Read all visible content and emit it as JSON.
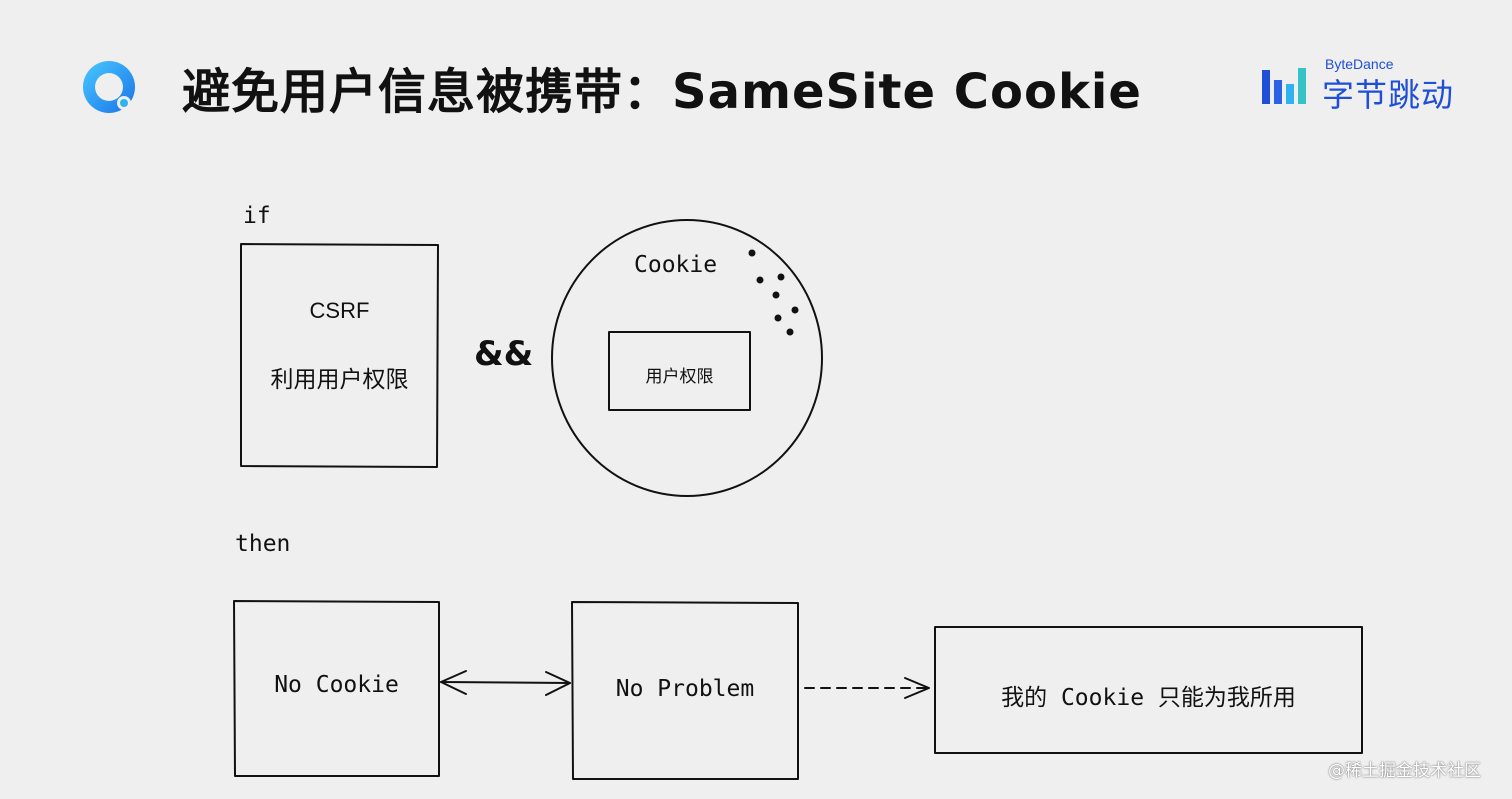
{
  "header": {
    "title": "避免用户信息被携带：SameSite Cookie",
    "brand_en": "ByteDance",
    "brand_cn": "字节跳动"
  },
  "diagram": {
    "if_label": "if",
    "csrf_box": {
      "line1": "CSRF",
      "line2": "利用用户权限"
    },
    "and_operator": "&&",
    "cookie_circle": {
      "label": "Cookie",
      "inner_box": "用户权限"
    },
    "then_label": "then",
    "no_cookie_box": "No Cookie",
    "no_problem_box": "No Problem",
    "result_box": "我的 Cookie 只能为我所用"
  },
  "watermark": "@稀土掘金技术社区",
  "colors": {
    "background": "#efefef",
    "ink": "#111111",
    "brand_blue": "#1f4fd6",
    "logo_cyan": "#2fb3f0"
  }
}
